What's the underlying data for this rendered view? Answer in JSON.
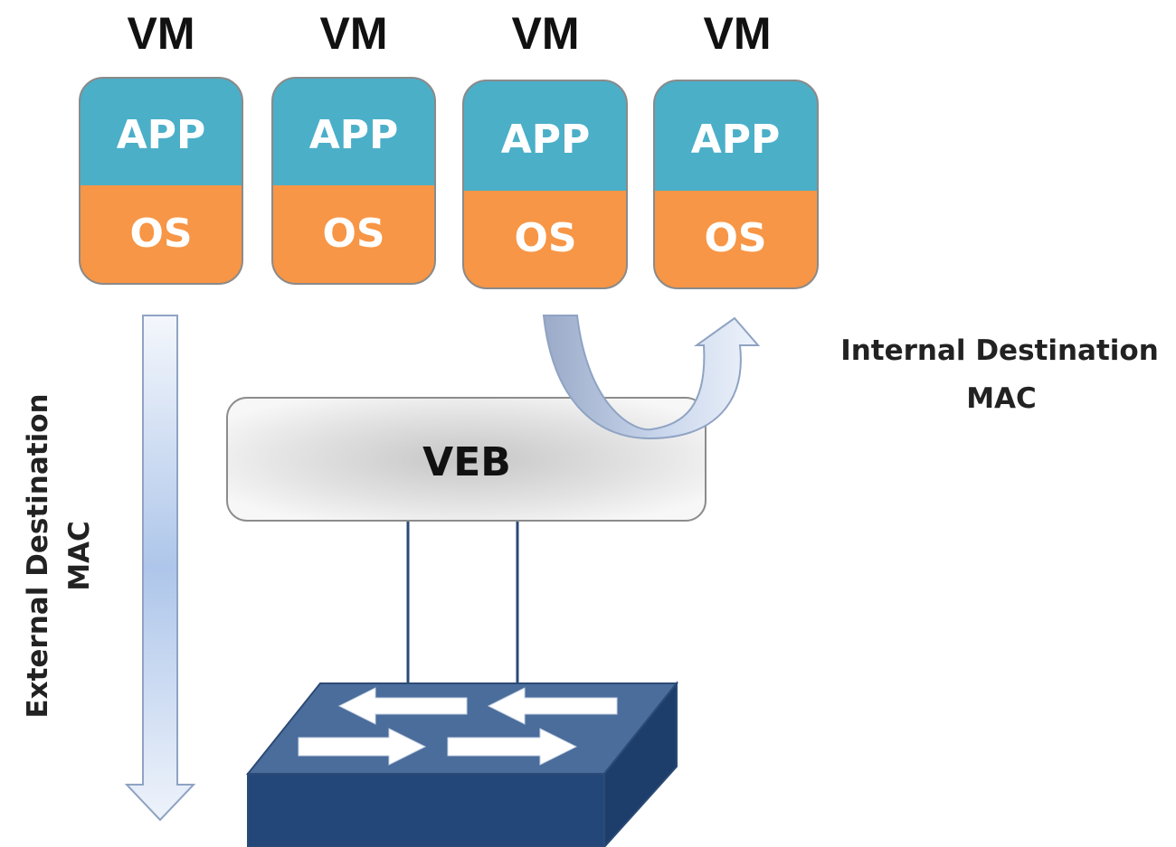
{
  "vms": [
    {
      "title": "VM",
      "app": "APP",
      "os": "OS"
    },
    {
      "title": "VM",
      "app": "APP",
      "os": "OS"
    },
    {
      "title": "VM",
      "app": "APP",
      "os": "OS"
    },
    {
      "title": "VM",
      "app": "APP",
      "os": "OS"
    }
  ],
  "veb": {
    "label": "VEB"
  },
  "labels": {
    "internal_line1": "Internal Destination",
    "internal_line2": "MAC",
    "external_line1": "External Destination",
    "external_line2": "MAC"
  },
  "colors": {
    "app_layer": "#4bafc8",
    "os_layer": "#f79646",
    "switch_front": "#24477a",
    "switch_top": "#4a6d9c",
    "arrow_fill": "#dfe8f6"
  },
  "icons": {
    "switch": "network-switch-icon",
    "external_arrow": "down-arrow-icon",
    "internal_arrow": "u-turn-arrow-icon"
  }
}
